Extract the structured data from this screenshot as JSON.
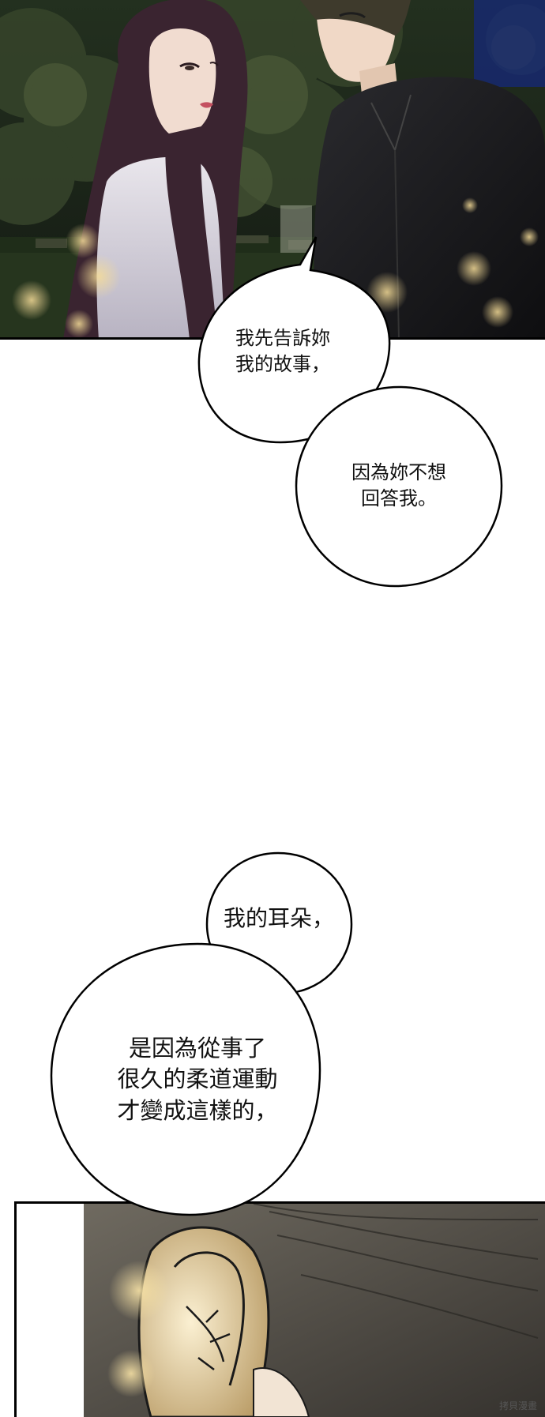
{
  "bubbles": [
    {
      "text": "我先告訴妳\n我的故事，"
    },
    {
      "text": "因為妳不想\n回答我。"
    },
    {
      "text": "我的耳朵，"
    },
    {
      "text": "是因為從事了\n很久的柔道運動\n才變成這樣的，"
    }
  ],
  "watermark": "拷貝漫畫",
  "colors": {
    "night_sky": "#1d2a1c",
    "foliage": "#2e3b22",
    "hair_dark": "#3a2430",
    "shirt_dark": "#1a1a1c",
    "skin": "#f1dcd0",
    "ear_skin": "#e8d2a4",
    "bokeh": "#e8cf8a"
  }
}
